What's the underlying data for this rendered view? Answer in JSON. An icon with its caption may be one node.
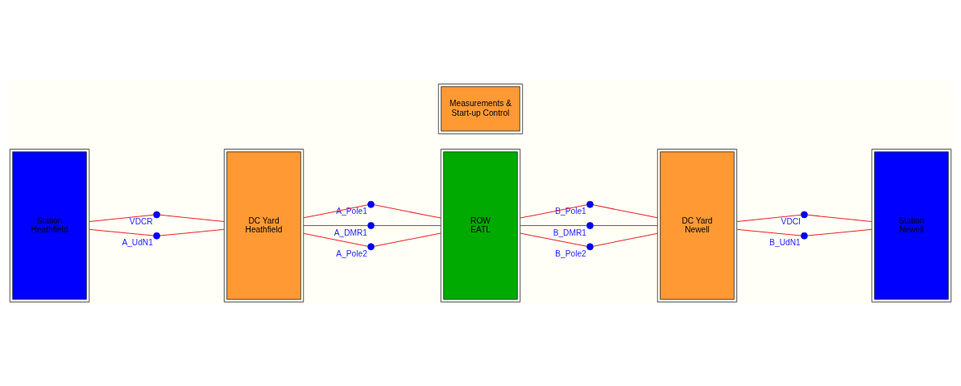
{
  "diagram": {
    "nodes": [
      {
        "text": [
          "Station",
          "Heathfield"
        ]
      },
      {
        "text": [
          "DC Yard",
          "Heathfield"
        ]
      },
      {
        "text": [
          "ROW",
          "EATL"
        ]
      },
      {
        "text": [
          "DC Yard",
          "Newell"
        ]
      },
      {
        "text": [
          "Station",
          "Newell"
        ]
      },
      {
        "text": [
          "Measurements &",
          "Start-up Control"
        ]
      },
      {
        "text": [],
        "shape": "circle",
        "beside": [
          "VDCR"
        ]
      },
      {
        "text": [],
        "shape": "circle",
        "beside": [
          "A_UdN1"
        ]
      },
      {
        "text": [],
        "shape": "circle",
        "beside": [
          "A_Pole1"
        ]
      },
      {
        "text": [],
        "shape": "circle",
        "beside": [
          "A_DMR1"
        ]
      },
      {
        "text": [],
        "shape": "circle",
        "beside": [
          "A_Pole2"
        ]
      },
      {
        "text": [],
        "shape": "circle",
        "beside": [
          "B_Pole1"
        ]
      },
      {
        "text": [],
        "shape": "circle",
        "beside": [
          "B_DMR1"
        ]
      },
      {
        "text": [],
        "shape": "circle",
        "beside": [
          "B_Pole2"
        ]
      },
      {
        "text": [],
        "shape": "circle",
        "beside": [
          "VDCI"
        ]
      },
      {
        "text": [],
        "shape": "circle",
        "beside": [
          "B_UdN1"
        ]
      }
    ],
    "edges": [
      {
        "from": 0,
        "to": 6,
        "arrow": "none"
      },
      {
        "from": 6,
        "to": 1,
        "arrow": "none"
      },
      {
        "from": 0,
        "to": 7,
        "arrow": "none"
      },
      {
        "from": 7,
        "to": 1,
        "arrow": "none"
      },
      {
        "from": 1,
        "to": 8,
        "arrow": "none"
      },
      {
        "from": 8,
        "to": 2,
        "arrow": "none"
      },
      {
        "from": 1,
        "to": 9,
        "arrow": "none"
      },
      {
        "from": 9,
        "to": 2,
        "arrow": "none"
      },
      {
        "from": 1,
        "to": 10,
        "arrow": "none"
      },
      {
        "from": 10,
        "to": 2,
        "arrow": "none"
      },
      {
        "from": 2,
        "to": 11,
        "arrow": "none"
      },
      {
        "from": 11,
        "to": 3,
        "arrow": "none"
      },
      {
        "from": 2,
        "to": 12,
        "arrow": "none"
      },
      {
        "from": 12,
        "to": 3,
        "arrow": "none"
      },
      {
        "from": 2,
        "to": 13,
        "arrow": "none"
      },
      {
        "from": 13,
        "to": 3,
        "arrow": "none"
      },
      {
        "from": 3,
        "to": 14,
        "arrow": "none"
      },
      {
        "from": 14,
        "to": 4,
        "arrow": "none"
      },
      {
        "from": 3,
        "to": 15,
        "arrow": "none"
      },
      {
        "from": 15,
        "to": 4,
        "arrow": "none"
      }
    ]
  }
}
